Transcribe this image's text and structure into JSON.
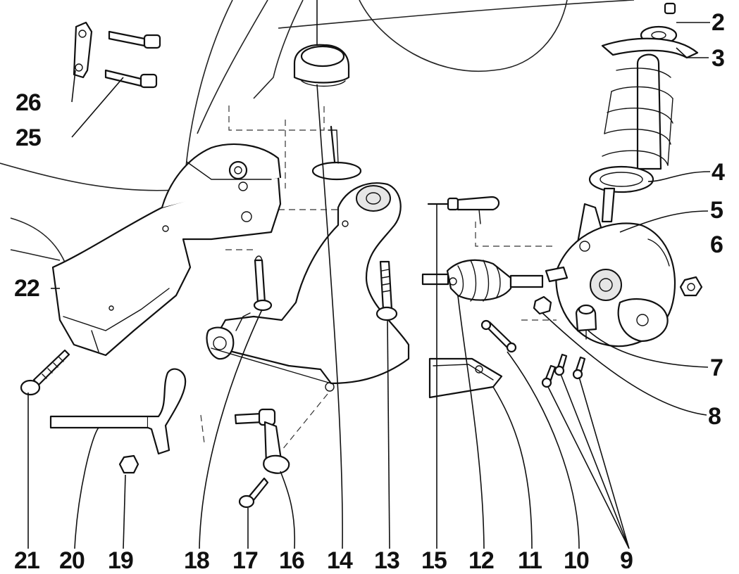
{
  "diagram": {
    "callouts": {
      "c2": "2",
      "c3": "3",
      "c4": "4",
      "c5": "5",
      "c6": "6",
      "c7": "7",
      "c8": "8",
      "c26": "26",
      "c25": "25",
      "c22": "22",
      "c21": "21",
      "c20": "20",
      "c19": "19",
      "c18": "18",
      "c17": "17",
      "c16": "16",
      "c14": "14",
      "c13": "13",
      "c15": "15",
      "c12": "12",
      "c11": "11",
      "c10": "10",
      "c9": "9"
    },
    "colors": {
      "ink": "#111111",
      "paper": "#ffffff",
      "shade": "#e6e6e6"
    }
  }
}
